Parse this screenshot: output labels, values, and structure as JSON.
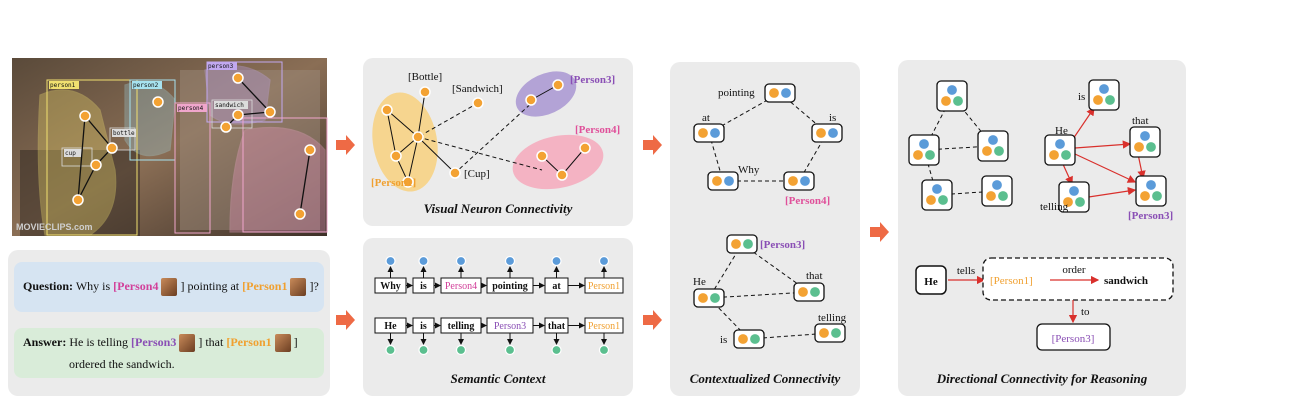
{
  "image_panel": {
    "watermark": "MOVIECLIPS.com",
    "box_labels": [
      "person1",
      "person2",
      "person3",
      "person4",
      "bottle",
      "sandwich",
      "cup"
    ]
  },
  "qa": {
    "question_label": "Question:",
    "question_text_1": "Why is",
    "question_tag_1": "[Person4",
    "question_text_2": "] pointing at",
    "question_tag_2": "[Person1",
    "question_text_3": "]?",
    "answer_label": "Answer:",
    "answer_text_1": "He is telling",
    "answer_tag_1": "[Person3",
    "answer_text_2": "] that",
    "answer_tag_2": "[Person1",
    "answer_text_3": "]",
    "answer_text_4": "ordered the sandwich."
  },
  "visual_panel": {
    "caption": "Visual Neuron Connectivity",
    "labels": {
      "bottle": "[Bottle]",
      "sandwich": "[Sandwich]",
      "person3": "[Person3]",
      "person4": "[Person4]",
      "person1": "[Person1]",
      "cup": "[Cup]"
    }
  },
  "semantic_panel": {
    "caption": "Semantic Context",
    "row1": [
      "Why",
      "is",
      "Person4",
      "pointing",
      "at",
      "Person1"
    ],
    "row2": [
      "He",
      "is",
      "telling",
      "Person3",
      "that",
      "Person1"
    ]
  },
  "context_panel": {
    "caption": "Contextualized Connectivity",
    "top_labels": {
      "pointing": "pointing",
      "at": "at",
      "is": "is",
      "why": "Why",
      "person4": "[Person4]"
    },
    "bottom_labels": {
      "person3": "[Person3]",
      "he": "He",
      "that": "that",
      "telling": "telling",
      "is": "is"
    }
  },
  "reasoning_panel": {
    "caption": "Directional Connectivity for Reasoning",
    "graph_labels": {
      "is": "is",
      "he": "He",
      "that": "that",
      "telling": "telling",
      "person3": "[Person3]"
    },
    "flow": {
      "he": "He",
      "tells": "tells",
      "person1": "[Person1]",
      "order": "order",
      "sandwich": "sandwich",
      "to": "to",
      "person3": "[Person3]"
    }
  },
  "colors": {
    "arrow": "#ee6a45",
    "red_arrow": "#d9302c",
    "node_orange": "#f3a233",
    "node_blue": "#5b9bd9",
    "node_green": "#5bbf8f",
    "person1_fill": "#f6d58f",
    "person3_fill": "#b3a3d6",
    "person4_fill": "#f4b3c3",
    "panel_bg": "#ebebeb"
  }
}
